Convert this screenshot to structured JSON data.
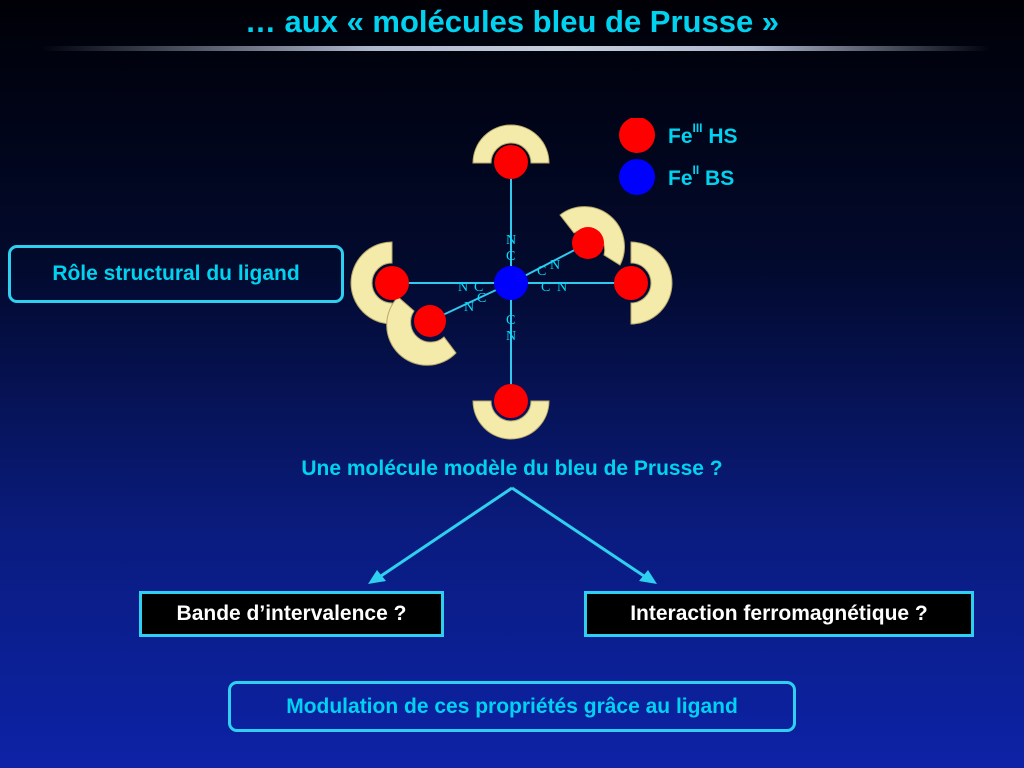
{
  "title": "… aux « molécules bleu de Prusse »",
  "legend": [
    {
      "element": "Fe",
      "oxidation": "III",
      "spin": "HS",
      "color": "#ff0000"
    },
    {
      "element": "Fe",
      "oxidation": "II",
      "spin": "BS",
      "color": "#0000ff"
    }
  ],
  "left_box": "Rôle structural du ligand",
  "question": "Une molécule modèle du bleu de Prusse ?",
  "branches": [
    "Bande d’intervalence ?",
    "Interaction ferromagnétique ?"
  ],
  "bottom_box": "Modulation de ces propriétés grâce au ligand",
  "atom_labels": {
    "N": "N",
    "C": "C"
  },
  "colors": {
    "accent": "#00d2f0",
    "ligand_ring": "#f4eaaa",
    "fe3": "#ff0000",
    "fe2": "#0000ff"
  }
}
